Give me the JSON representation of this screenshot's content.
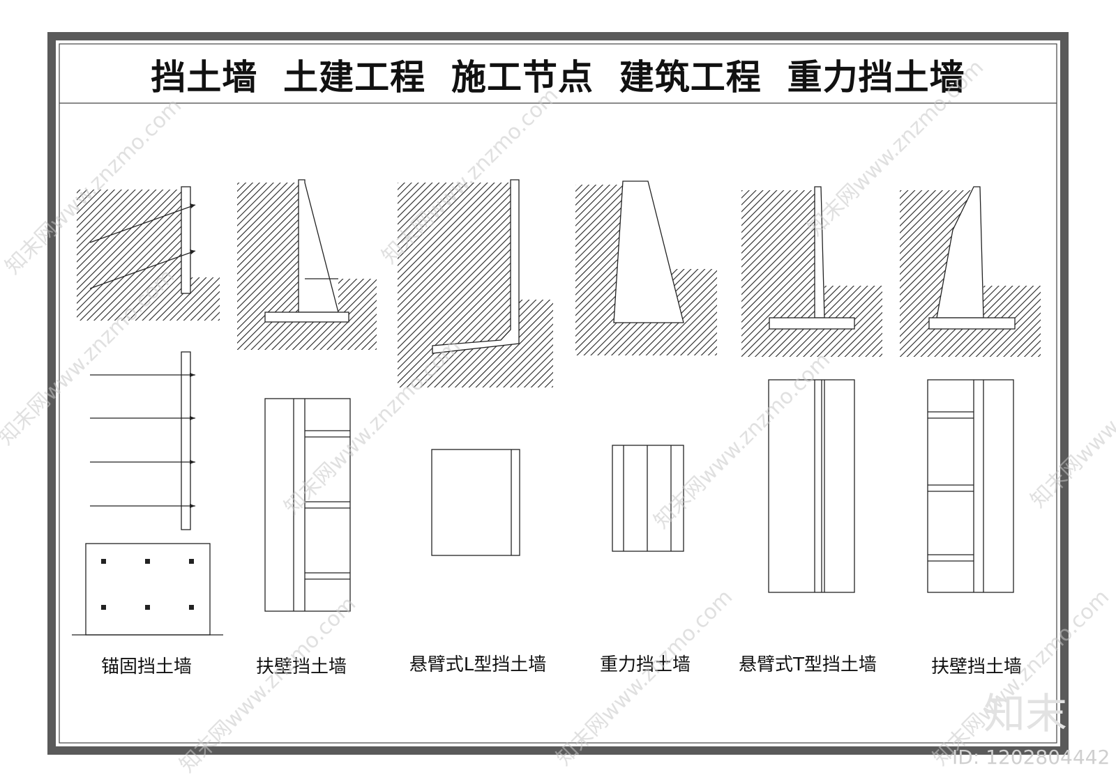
{
  "sheet": {
    "title": "挡土墙  土建工程  施工节点  建筑工程  重力挡土墙"
  },
  "details": [
    {
      "caption": "锚固挡土墙"
    },
    {
      "caption": "扶壁挡土墙"
    },
    {
      "caption": "悬臂式L型挡土墙"
    },
    {
      "caption": "重力挡土墙"
    },
    {
      "caption": "悬臂式T型挡土墙"
    },
    {
      "caption": "扶壁挡土墙"
    }
  ],
  "watermark": {
    "text": "知末网www.znzmo.com",
    "logo": "知末",
    "id_label": "ID: 1202804442"
  },
  "colors": {
    "frame": "#5a5a5a",
    "line": "#222222",
    "soil_hatch": "#222222",
    "watermark": "#c8c8c8"
  }
}
